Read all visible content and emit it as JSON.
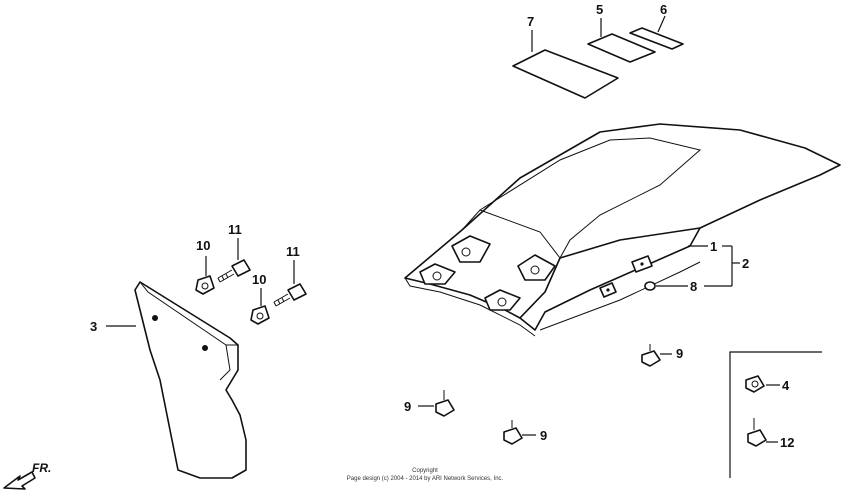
{
  "diagram": {
    "callouts": {
      "c1": "1",
      "c2": "2",
      "c3": "3",
      "c4": "4",
      "c5": "5",
      "c6": "6",
      "c7": "7",
      "c8": "8",
      "c9a": "9",
      "c9b": "9",
      "c9c": "9",
      "c10a": "10",
      "c10b": "10",
      "c11a": "11",
      "c11b": "11",
      "c12": "12"
    },
    "front_marker": "FR.",
    "copyright": {
      "line1": "Copyright",
      "line2": "Page design (c) 2004 - 2014 by ARI Network Services, Inc."
    }
  }
}
